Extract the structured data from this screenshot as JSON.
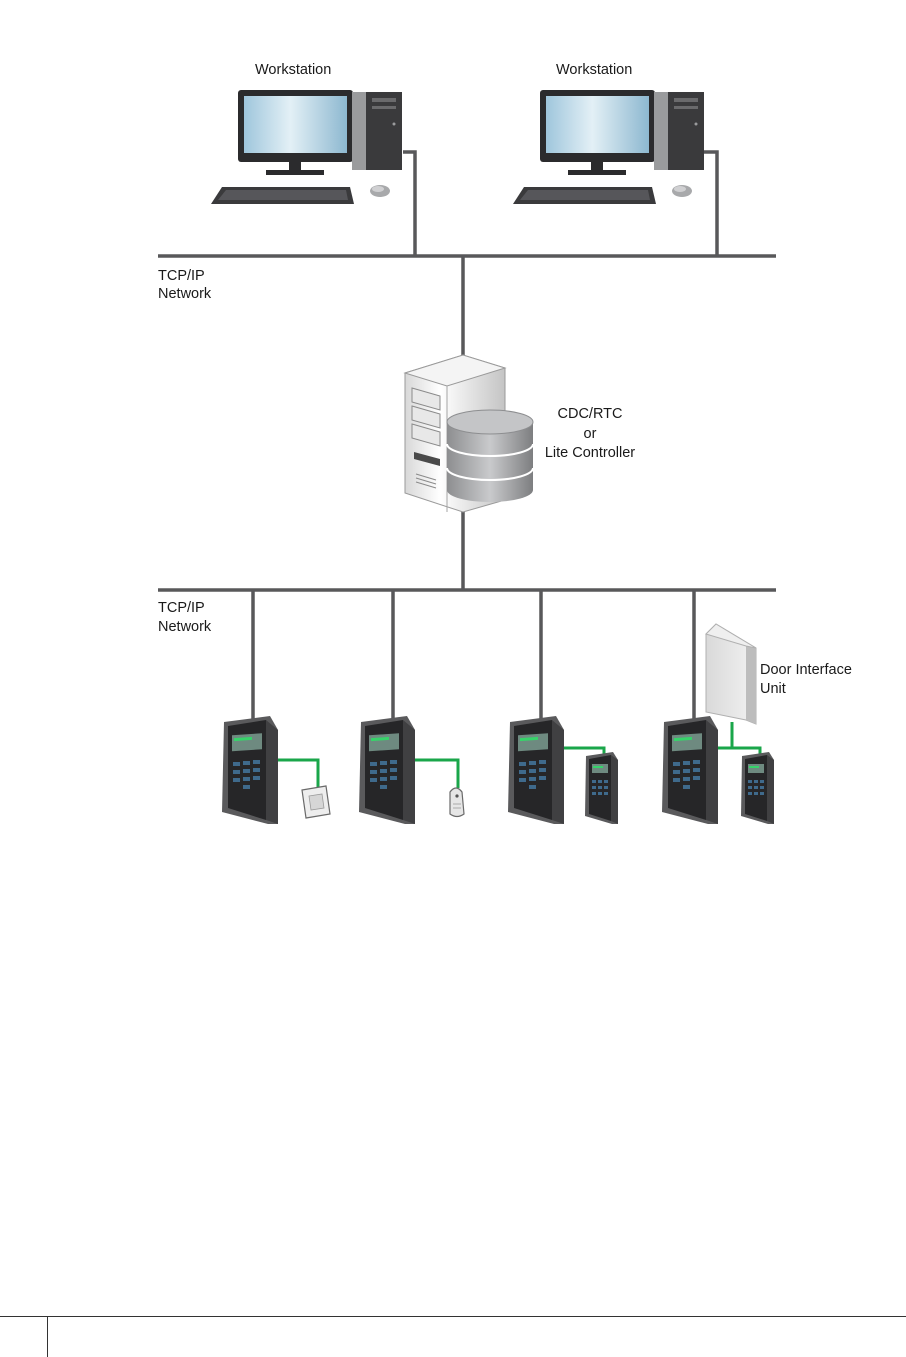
{
  "workstations": [
    {
      "label": "Workstation"
    },
    {
      "label": "Workstation"
    }
  ],
  "networks": [
    {
      "line1": "TCP/IP",
      "line2": "Network"
    },
    {
      "line1": "TCP/IP",
      "line2": "Network"
    }
  ],
  "controller": {
    "line1": "CDC/RTC",
    "line2": "or",
    "line3": "Lite Controller"
  },
  "door_interface": {
    "line1": "Door Interface",
    "line2": "Unit"
  },
  "colors": {
    "network_line": "#58585a",
    "device_link": "#1aa64a"
  },
  "terminals": [
    {
      "peripheral": "card-reader-icon"
    },
    {
      "peripheral": "proximity-reader-icon"
    },
    {
      "peripheral": "slave-terminal-icon"
    },
    {
      "peripheral": "slave-terminal-icon"
    }
  ]
}
